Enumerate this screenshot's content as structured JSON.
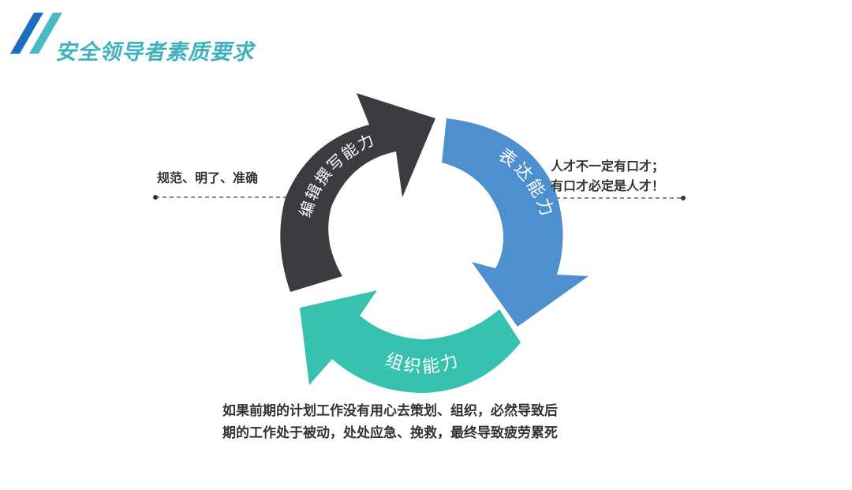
{
  "page": {
    "title": "安全领导者素质要求"
  },
  "colors": {
    "brand_blue": "#1c6ec0",
    "brand_teal": "#4ab9c4",
    "arrow_writing": "#3a3c40",
    "arrow_expression": "#4d8fcf",
    "arrow_organization": "#37c2b0"
  },
  "cycle": {
    "segments": [
      {
        "label": "编辑撰写能力",
        "note": [
          "规范、明了、准确"
        ]
      },
      {
        "label": "表达能力",
        "note": [
          "人才不一定有口才；",
          "有口才必定是人才！"
        ]
      },
      {
        "label": "组织能力",
        "note": [
          "如果前期的计划工作没有用心去策划、组织，必然导致后",
          "期的工作处于被动，处处应急、挽救，最终导致疲劳累死"
        ]
      }
    ]
  }
}
